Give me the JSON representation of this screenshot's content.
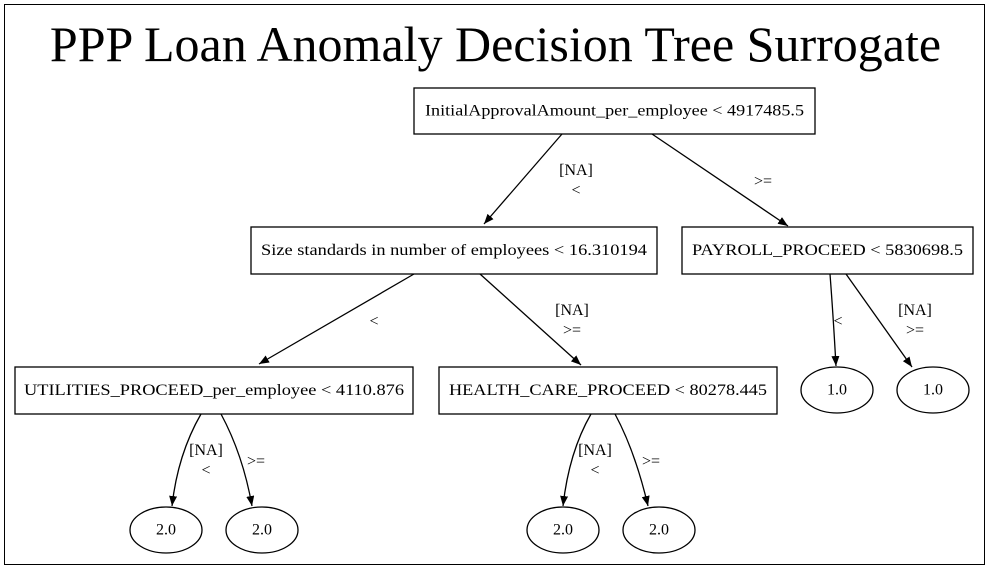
{
  "title": "PPP Loan Anomaly Decision Tree Surrogate",
  "colors": {
    "line": "#000000",
    "background": "#ffffff"
  },
  "nodes": {
    "root": {
      "label": "InitialApprovalAmount_per_employee < 4917485.5"
    },
    "size": {
      "label": "Size standards in number of employees < 16.310194"
    },
    "payroll": {
      "label": "PAYROLL_PROCEED < 5830698.5"
    },
    "utilities": {
      "label": "UTILITIES_PROCEED_per_employee < 4110.876"
    },
    "health": {
      "label": "HEALTH_CARE_PROCEED < 80278.445"
    },
    "leaf1": {
      "label": "2.0"
    },
    "leaf2": {
      "label": "2.0"
    },
    "leaf3": {
      "label": "2.0"
    },
    "leaf4": {
      "label": "2.0"
    },
    "leaf5": {
      "label": "1.0"
    },
    "leaf6": {
      "label": "1.0"
    }
  },
  "edges": {
    "root_size": [
      "[NA]",
      "<"
    ],
    "root_payroll": [
      ">="
    ],
    "size_utilities": [
      "<"
    ],
    "size_health": [
      "[NA]",
      ">="
    ],
    "payroll_leaf5": [
      "<"
    ],
    "payroll_leaf6": [
      "[NA]",
      ">="
    ],
    "utilities_leaf1": [
      "[NA]",
      "<"
    ],
    "utilities_leaf2": [
      ">="
    ],
    "health_leaf3": [
      "[NA]",
      "<"
    ],
    "health_leaf4": [
      ">="
    ]
  }
}
